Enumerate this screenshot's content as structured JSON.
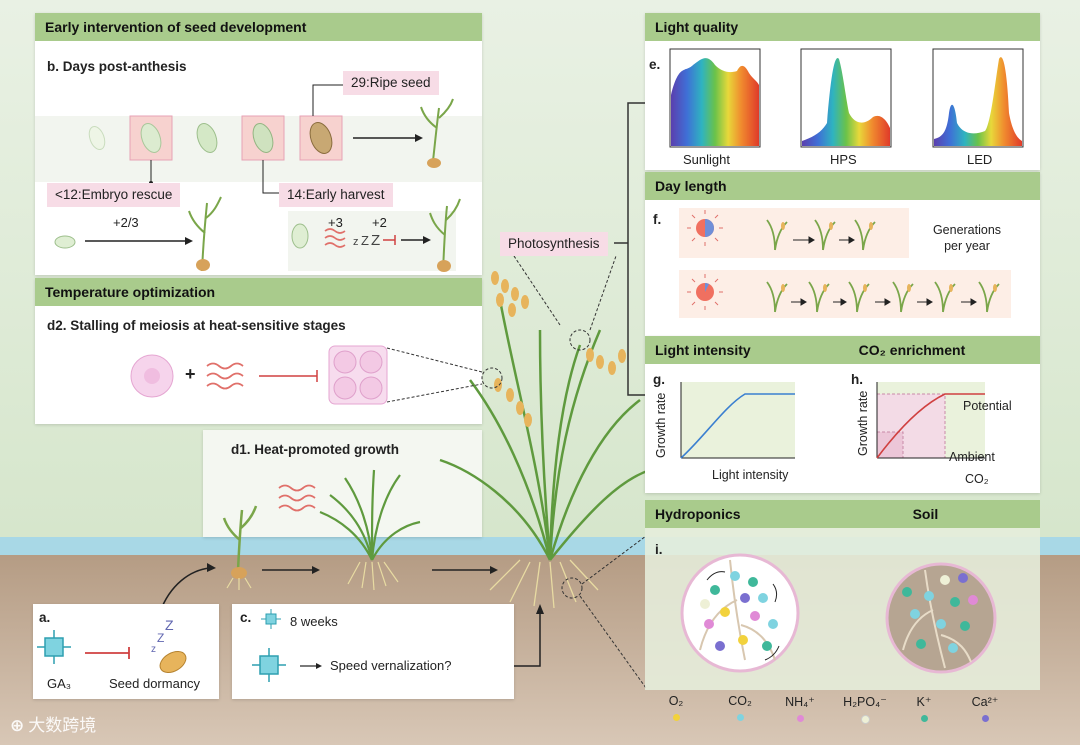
{
  "panels": {
    "early_intervention": {
      "title": "Early intervention of seed development",
      "subtitle": "b.  Days post-anthesis",
      "ripe_seed": "29:Ripe seed",
      "embryo_rescue": "<12:Embryo rescue",
      "early_harvest": "14:Early harvest",
      "frac": "+2/3",
      "plus3": "+3",
      "plus2": "+2"
    },
    "temperature": {
      "title": "Temperature optimization",
      "subtitle": "d2.  Stalling of meiosis at heat-sensitive stages",
      "plus": "+"
    },
    "heat_growth": {
      "subtitle": "d1.  Heat-promoted growth"
    },
    "light_quality": {
      "title": "Light quality",
      "tag": "e.",
      "spectra": [
        "Sunlight",
        "HPS",
        "LED"
      ]
    },
    "day_length": {
      "title": "Day length",
      "tag": "f.",
      "note_line1": "Generations",
      "note_line2": "per year"
    },
    "light_intensity": {
      "title": "Light intensity",
      "tag": "g.",
      "ylabel": "Growth rate",
      "xlabel": "Light intensity"
    },
    "co2": {
      "title": "CO₂ enrichment",
      "tag": "h.",
      "ylabel": "Growth rate",
      "xlabel": "CO₂",
      "potential": "Potential",
      "ambient": "Ambient"
    },
    "hydro": {
      "title": "Hydroponics",
      "soil_title": "Soil",
      "tag": "i."
    },
    "photosynthesis": "Photosynthesis",
    "box_a": {
      "tag": "a.",
      "ga": "GA₃",
      "dormancy": "Seed dormancy",
      "z": "Z"
    },
    "box_c": {
      "tag": "c.",
      "weeks": "8 weeks",
      "question": "Speed vernalization?"
    }
  },
  "ions": [
    {
      "label": "O₂",
      "color": "#f2d23c"
    },
    {
      "label": "CO₂",
      "color": "#7fd3e0"
    },
    {
      "label": "NH₄⁺",
      "color": "#e08ad6"
    },
    {
      "label": "H₂PO₄⁻",
      "color": "#eef0d6"
    },
    {
      "label": "K⁺",
      "color": "#3fb89a"
    },
    {
      "label": "Ca²⁺",
      "color": "#7a6fd0"
    }
  ],
  "watermark": "大数跨境"
}
